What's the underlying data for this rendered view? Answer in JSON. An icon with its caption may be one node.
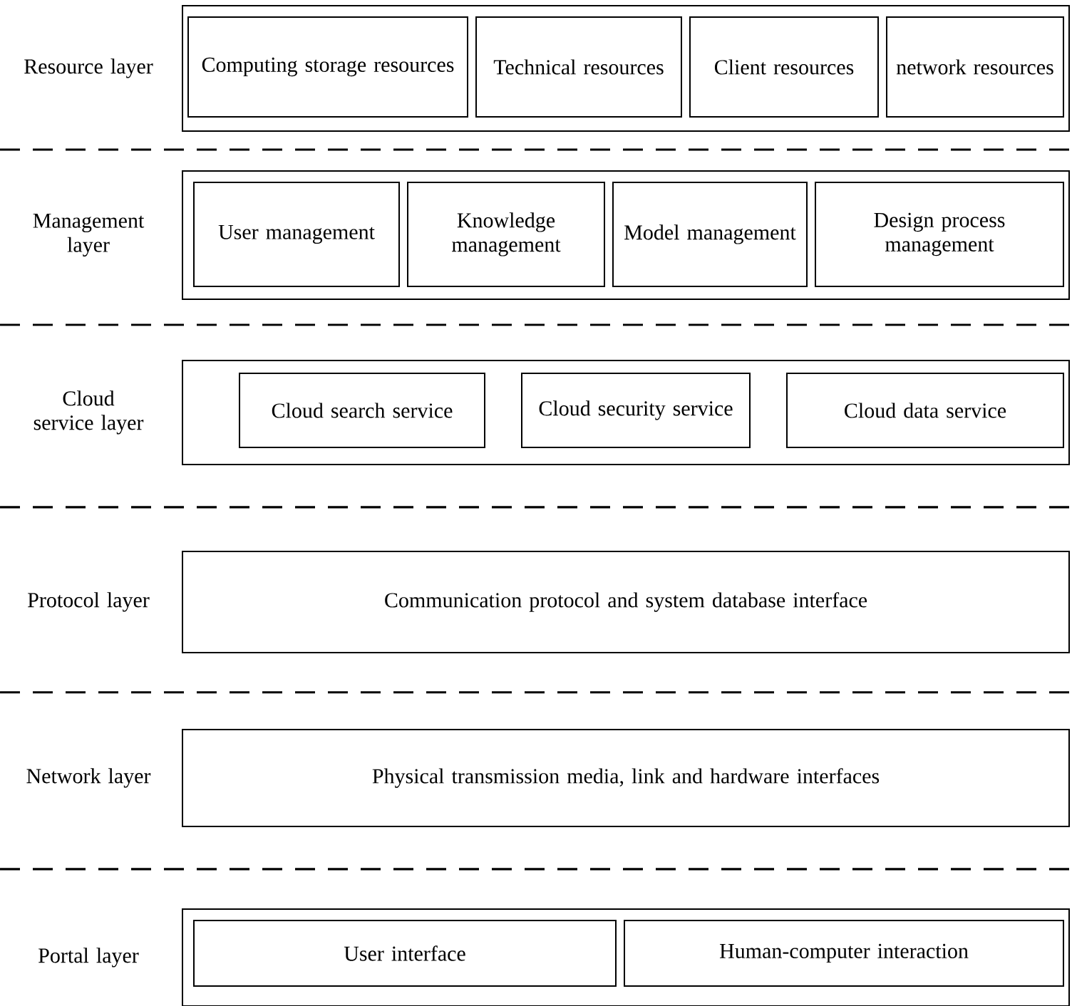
{
  "diagram": {
    "nodes": [
      {
        "text": [
          "Resource layer"
        ]
      },
      {
        "text": [
          "Computing storage resources"
        ],
        "in": 0
      },
      {
        "text": [
          "Technical resources"
        ],
        "in": 0
      },
      {
        "text": [
          "Client resources"
        ],
        "in": 0
      },
      {
        "text": [
          "network resources"
        ],
        "in": 0
      },
      {
        "text": [
          "Management layer"
        ]
      },
      {
        "text": [
          "User management"
        ],
        "in": 5
      },
      {
        "text": [
          "Knowledge management"
        ],
        "in": 5
      },
      {
        "text": [
          "Model management"
        ],
        "in": 5
      },
      {
        "text": [
          "Design process management"
        ],
        "in": 5
      },
      {
        "text": [
          "Cloud service layer"
        ]
      },
      {
        "text": [
          "Cloud search service"
        ],
        "in": 10
      },
      {
        "text": [
          "Cloud security service"
        ],
        "in": 10
      },
      {
        "text": [
          "Cloud data service"
        ],
        "in": 10
      },
      {
        "text": [
          "Protocol layer",
          "Communication protocol and system database interface"
        ]
      },
      {
        "text": [
          "Network layer",
          "Physical transmission media, link and hardware interfaces"
        ]
      },
      {
        "text": [
          "Portal layer"
        ]
      },
      {
        "text": [
          "User interface"
        ],
        "in": 16
      },
      {
        "text": [
          "Human-computer interaction"
        ],
        "in": 16
      }
    ]
  }
}
